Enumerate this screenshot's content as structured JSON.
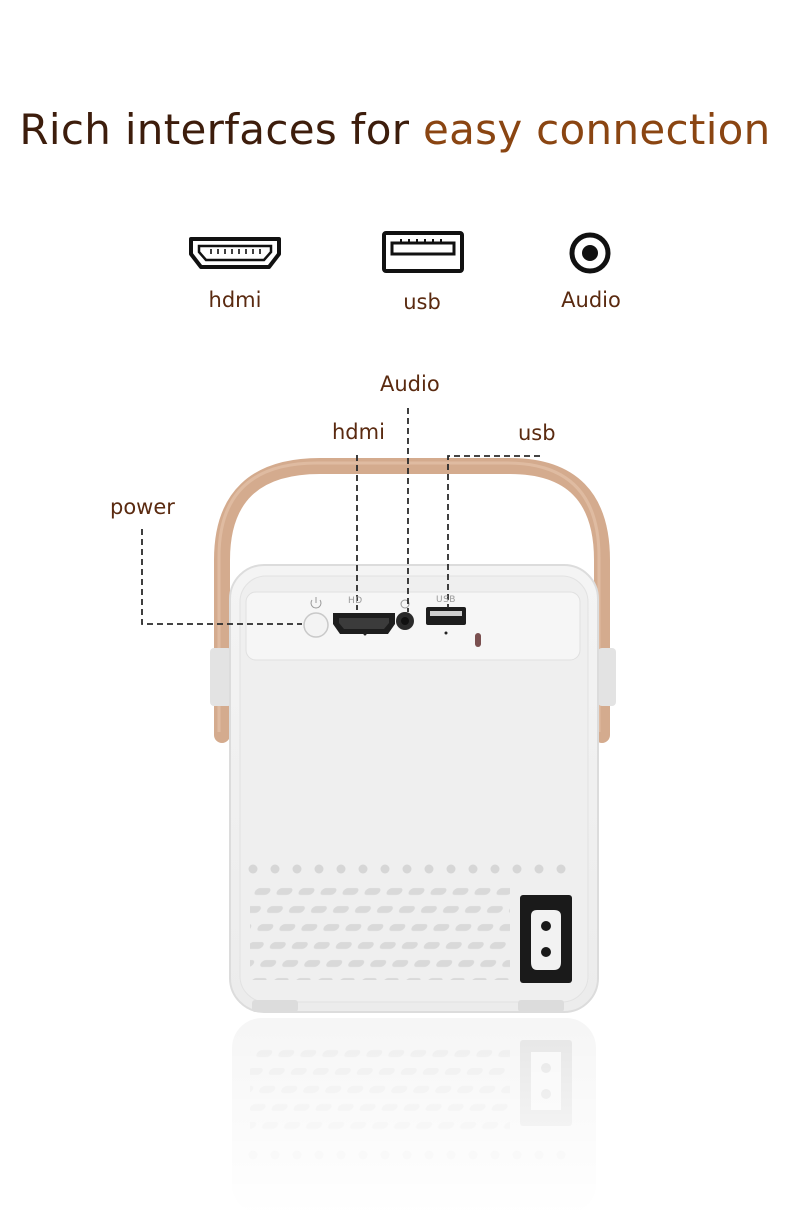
{
  "headline": {
    "part1": "Rich interfaces for ",
    "part2": "easy connection"
  },
  "colors": {
    "title_dark": "#3d1d0c",
    "title_accent": "#8a4512",
    "label": "#5a2a10",
    "handle": "#d4ab8e"
  },
  "icons": [
    {
      "icon": "hdmi-icon",
      "label": "hdmi"
    },
    {
      "icon": "usb-icon",
      "label": "usb"
    },
    {
      "icon": "audio-icon",
      "label": "Audio"
    }
  ],
  "callouts": {
    "audio": "Audio",
    "hdmi": "hdmi",
    "usb": "usb",
    "power": "power"
  },
  "device": {
    "hdmi_print": "HD",
    "usb_print": "USB"
  }
}
